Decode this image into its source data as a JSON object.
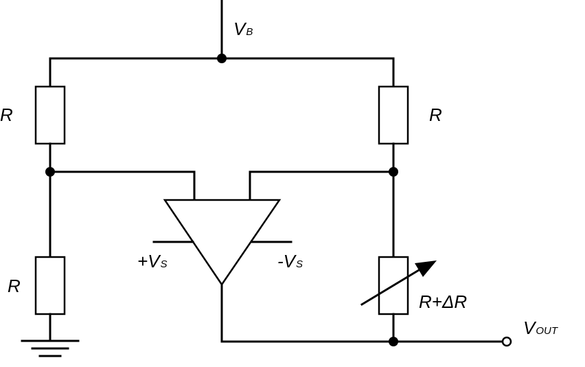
{
  "supply_label": {
    "main": "V",
    "sub": "B"
  },
  "resistor_top_left": "R",
  "resistor_top_right": "R",
  "resistor_bottom_left": "R",
  "resistor_variable": "R+ΔR",
  "opamp_positive_supply": {
    "main": "+V",
    "sub": "S"
  },
  "opamp_negative_supply": {
    "main": "-V",
    "sub": "S"
  },
  "output_label": {
    "main": "V",
    "sub": "OUT"
  }
}
